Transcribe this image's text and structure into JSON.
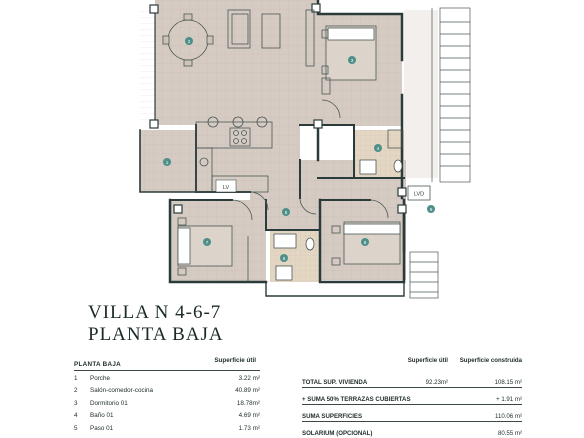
{
  "plan": {
    "labels": {
      "lv": "LV",
      "lvd": "LVD"
    },
    "markers": [
      {
        "id": "1",
        "label": "1"
      },
      {
        "id": "2",
        "label": "2"
      },
      {
        "id": "3",
        "label": "3"
      },
      {
        "id": "4",
        "label": "4"
      },
      {
        "id": "5",
        "label": "5"
      },
      {
        "id": "6",
        "label": "6"
      },
      {
        "id": "7",
        "label": "7"
      },
      {
        "id": "8",
        "label": "8"
      },
      {
        "id": "9",
        "label": "9"
      }
    ],
    "colors": {
      "floor": "#d5cbc2",
      "bath": "#e3d6c3",
      "terrace": "#ece8e3",
      "wall": "#2b3a3a",
      "marker": "#4f8f8a"
    }
  },
  "title": {
    "line1": "VILLA N 4-6-7",
    "line2": "PLANTA BAJA"
  },
  "rooms_table": {
    "heading": "PLANTA BAJA",
    "column": "Superficie útil",
    "rows": [
      {
        "num": "1",
        "name": "Porche",
        "area": "3.22 m²"
      },
      {
        "num": "2",
        "name": "Salón-comedor-cocina",
        "area": "40.89 m²"
      },
      {
        "num": "3",
        "name": "Dormitorio 01",
        "area": "18.78m²"
      },
      {
        "num": "4",
        "name": "Baño 01",
        "area": "4.69 m²"
      },
      {
        "num": "5",
        "name": "Paso 01",
        "area": "1.73 m²"
      }
    ]
  },
  "summary_table": {
    "col_util": "Superficie útil",
    "col_built": "Superficie construida",
    "rows": [
      {
        "label": "TOTAL SUP. VIVIENDA",
        "util": "92.23m²",
        "built": "108.15 m²"
      },
      {
        "label": "+ SUMA 50% TERRAZAS CUBIERTAS",
        "util": "",
        "built": "+ 1.91 m²"
      },
      {
        "label": "SUMA SUPERFICIES",
        "util": "",
        "built": "110.06 m²"
      },
      {
        "label": "SOLARIUM (OPCIONAL)",
        "util": "",
        "built": "80.55 m²"
      }
    ]
  }
}
